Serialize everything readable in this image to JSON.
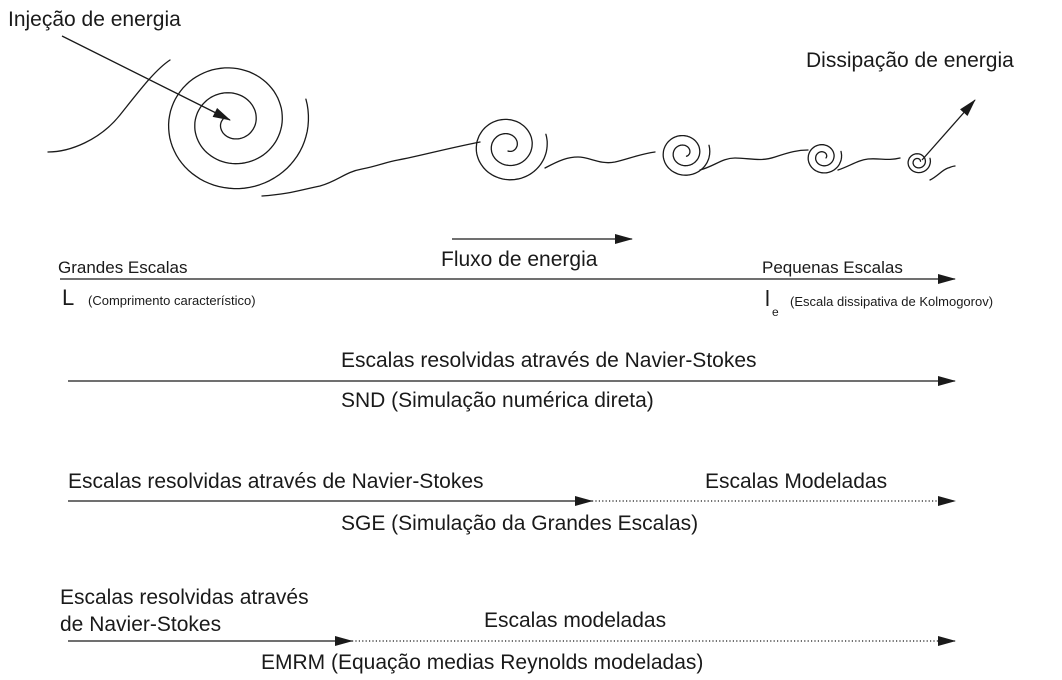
{
  "cascade": {
    "injection_label": "Injeção de energia",
    "dissipation_label": "Dissipação de energia",
    "eddy_count": 5
  },
  "scale_axis": {
    "flux_label": "Fluxo de energia",
    "large_scales_label": "Grandes Escalas",
    "small_scales_label": "Pequenas Escalas",
    "large_symbol": "L",
    "large_desc": "(Comprimento característico)",
    "small_symbol": "l",
    "small_subscript": "e",
    "small_desc": "(Escala dissipativa de Kolmogorov)"
  },
  "methods": [
    {
      "resolved_label": "Escalas resolvidas através de Navier-Stokes",
      "modeled_label": "",
      "name": "SND (Simulação numérica direta)"
    },
    {
      "resolved_label": "Escalas resolvidas através de Navier-Stokes",
      "modeled_label": "Escalas Modeladas",
      "name": "SGE (Simulação da Grandes Escalas)"
    },
    {
      "resolved_label_line1": "Escalas resolvidas através",
      "resolved_label_line2": "de Navier-Stokes",
      "modeled_label": "Escalas modeladas",
      "name": "EMRM (Equação medias Reynolds modeladas)"
    }
  ],
  "colors": {
    "ink": "#1a1a1a",
    "background": "#ffffff"
  }
}
